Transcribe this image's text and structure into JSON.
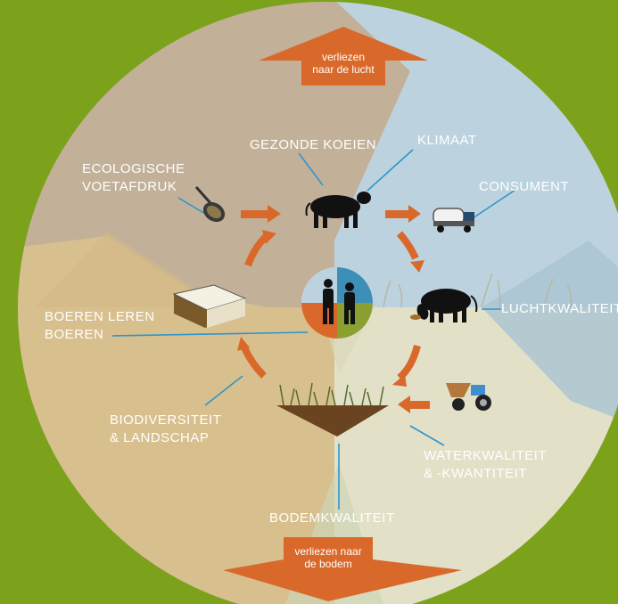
{
  "colors": {
    "background": "#7ca21c",
    "sector_brown": "#c2b198",
    "sector_blue": "#bcd3df",
    "sector_sand": "#d8bf8e",
    "sector_cream": "#e3e0c8",
    "arrow_orange": "#d9692b",
    "line_blue": "#2f95c9",
    "label_white": "#ffffff"
  },
  "top_arrow": {
    "label_line1": "verliezen",
    "label_line2": "naar de lucht"
  },
  "bottom_arrow": {
    "label_line1": "verliezen naar",
    "label_line2": "de bodem"
  },
  "labels": {
    "gezonde_koeien": "GEZONDE KOEIEN",
    "klimaat": "KLIMAAT",
    "consument": "CONSUMENT",
    "ecologische_line1": "ECOLOGISCHE",
    "ecologische_line2": "VOETAFDRUK",
    "boeren_line1": "BOEREN LEREN",
    "boeren_line2": "BOEREN",
    "luchtkwaliteit": "LUCHTKWALITEIT",
    "biodiversiteit_line1": "BIODIVERSITEIT",
    "biodiversiteit_line2": "& LANDSCHAP",
    "water_line1": "WATERKWALITEIT",
    "water_line2": "& -KWANTITEIT",
    "bodemkwaliteit": "BODEMKWALITEIT"
  },
  "icons": [
    "scoop-icon",
    "cow-icon",
    "milk-truck-icon",
    "cheese-icon",
    "farmers-icon",
    "grazing-cow-icon",
    "manure-spreader-tractor-icon",
    "soil-grass-icon"
  ]
}
